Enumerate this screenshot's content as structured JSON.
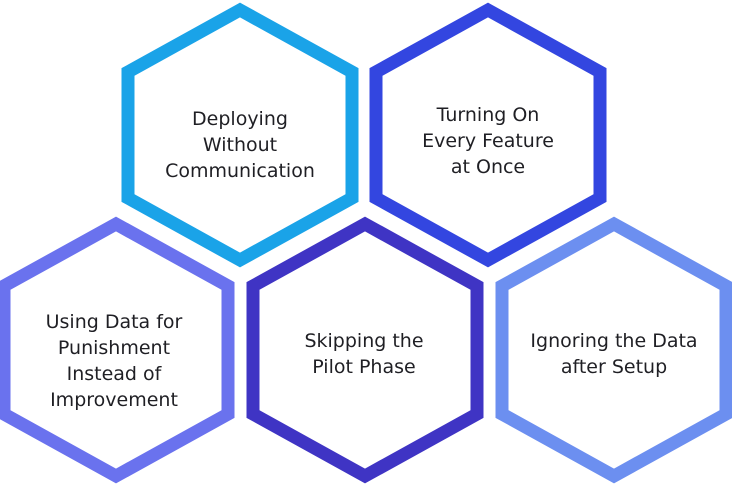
{
  "colors": {
    "hex1": "#1aa3e8",
    "hex2": "#3346e0",
    "hex3": "#6a72ee",
    "hex4": "#3f34c4",
    "hex5": "#6c8ff0",
    "text": "#1f1f24"
  },
  "hexagons": [
    {
      "label": "Deploying\nWithout\nCommunication"
    },
    {
      "label": "Turning On\nEvery Feature\nat Once"
    },
    {
      "label": "Using Data for\nPunishment\nInstead of\nImprovement"
    },
    {
      "label": "Skipping the\nPilot Phase"
    },
    {
      "label": "Ignoring the Data\nafter Setup"
    }
  ]
}
